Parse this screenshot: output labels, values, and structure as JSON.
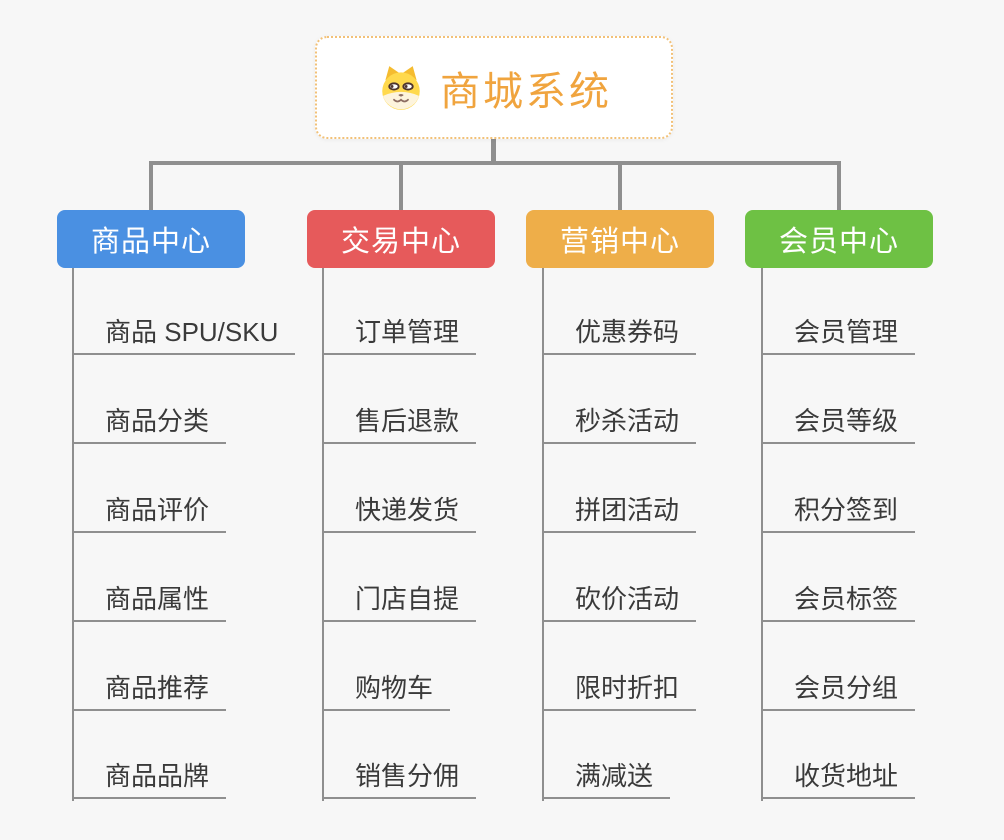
{
  "root": {
    "label": "商城系统",
    "text_color": "#f0a43e",
    "border_color": "#f2c178",
    "icon": "dog-face-icon"
  },
  "connector_color": "#8f8f8f",
  "branches": [
    {
      "label": "商品中心",
      "color": "#4a90e2",
      "items": [
        "商品 SPU/SKU",
        "商品分类",
        "商品评价",
        "商品属性",
        "商品推荐",
        "商品品牌"
      ]
    },
    {
      "label": "交易中心",
      "color": "#e65a5b",
      "items": [
        "订单管理",
        "售后退款",
        "快递发货",
        "门店自提",
        "购物车",
        "销售分佣"
      ]
    },
    {
      "label": "营销中心",
      "color": "#eeae49",
      "items": [
        "优惠券码",
        "秒杀活动",
        "拼团活动",
        "砍价活动",
        "限时折扣",
        "满减送"
      ]
    },
    {
      "label": "会员中心",
      "color": "#6ec144",
      "items": [
        "会员管理",
        "会员等级",
        "积分签到",
        "会员标签",
        "会员分组",
        "收货地址"
      ]
    }
  ]
}
